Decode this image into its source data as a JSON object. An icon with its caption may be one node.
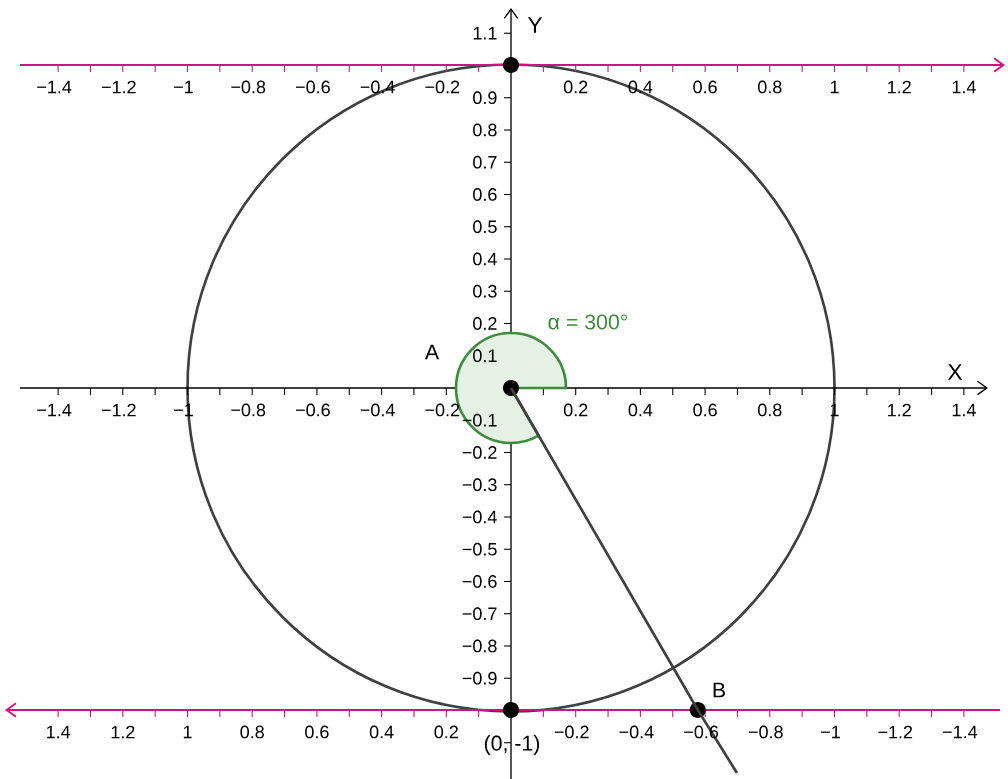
{
  "diagram": {
    "nodes": [
      {
        "text": [
          "A"
        ]
      },
      {
        "text": [
          "B"
        ]
      },
      {
        "text": [],
        "shape": "circle"
      },
      {
        "text": [
          "(0, -1)"
        ]
      }
    ],
    "edges": [
      {
        "from": 0,
        "to": 1,
        "arrow": "none"
      }
    ],
    "labels": [
      "Y",
      "1.1",
      "−1.4",
      "−1.2",
      "−1",
      "−0.8",
      "−0.6",
      "−0.4",
      "−0.2",
      "0.2",
      "0.4",
      "0.6",
      "0.8",
      "1",
      "1.2",
      "1.4",
      "0.9",
      "0.8",
      "0.7",
      "0.6",
      "0.5",
      "0.4",
      "0.3",
      "0.2",
      "0.1",
      "α = 300°",
      "X",
      "−1.4",
      "−1.2",
      "−1",
      "−0.8",
      "−0.6",
      "−0.4",
      "−0.2",
      "0.2",
      "0.4",
      "0.6",
      "0.8",
      "1",
      "1.2",
      "1.4",
      "−0.1",
      "−0.2",
      "−0.3",
      "−0.4",
      "−0.5",
      "−0.6",
      "−0.7",
      "−0.8",
      "−0.9",
      "1.4",
      "1.2",
      "1",
      "0.8",
      "0.6",
      "0.4",
      "0.2",
      "−0.2",
      "−0.4",
      "−0.6",
      "−0.8",
      "−1",
      "−1.2",
      "−1.4"
    ]
  }
}
